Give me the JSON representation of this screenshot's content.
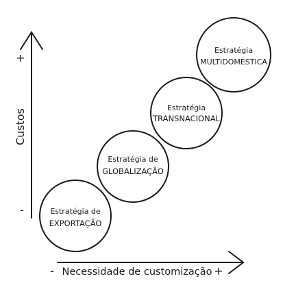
{
  "y_axis": {
    "label": "Custos",
    "plus": "+",
    "minus": "-"
  },
  "x_axis": {
    "label": "Necessidade de customização",
    "minus": "-",
    "plus": "+"
  },
  "strategies": [
    {
      "line1": "Estratégia de",
      "line2": "EXPORTAÇÃO"
    },
    {
      "line1": "Estratégia de",
      "line2": "GLOBALIZAÇÃO"
    },
    {
      "line1": "Estratégia",
      "line2": "TRANSNACIONAL"
    },
    {
      "line1": "Estratégia",
      "line2": "MULTIDOMÉSTICA"
    }
  ]
}
